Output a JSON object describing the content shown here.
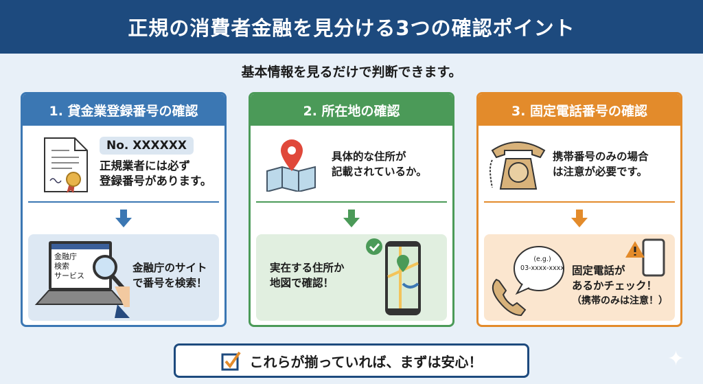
{
  "title": "正規の消費者金融を見分ける3つの確認ポイント",
  "subtitle": "基本情報を見るだけで判断できます。",
  "cards": [
    {
      "header": "1. 貸金業登録番号の確認",
      "badge": "No. XXXXXX",
      "top_text": [
        "正規業者には必ず",
        "登録番号があります。"
      ],
      "screen_text": [
        "金融庁",
        "検索",
        "サービス"
      ],
      "bottom_text": [
        "金融庁のサイト",
        "で番号を検索！"
      ],
      "color": "#3b77b3"
    },
    {
      "header": "2. 所在地の確認",
      "top_text": [
        "具体的な住所が",
        "記載されているか。"
      ],
      "bottom_text": [
        "実在する住所か",
        "地図で確認！"
      ],
      "color": "#4b9a58"
    },
    {
      "header": "3. 固定電話番号の確認",
      "top_text": [
        "携帯番号のみの場合",
        "は注意が必要です。"
      ],
      "bubble_text": [
        "(e.g.)",
        "03-xxxx-xxxx"
      ],
      "bottom_text": [
        "固定電話が",
        "あるかチェック！",
        "（携帯のみは注意！）"
      ],
      "color": "#e38b2b"
    }
  ],
  "banner": "これらが揃っていれば、まずは安心！"
}
